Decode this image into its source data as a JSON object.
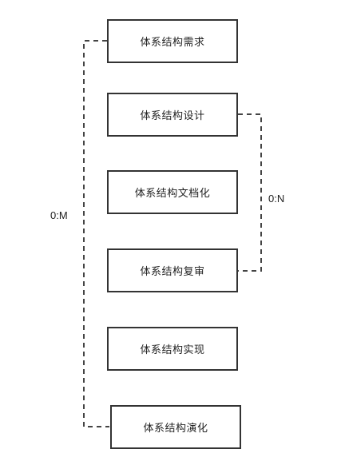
{
  "stages": [
    {
      "label": "体系结构需求"
    },
    {
      "label": "体系结构设计"
    },
    {
      "label": "体系结构文档化"
    },
    {
      "label": "体系结构复审"
    },
    {
      "label": "体系结构实现"
    },
    {
      "label": "体系结构演化"
    }
  ],
  "connectors": {
    "outer_label": "0:M",
    "inner_label": "0:N"
  }
}
